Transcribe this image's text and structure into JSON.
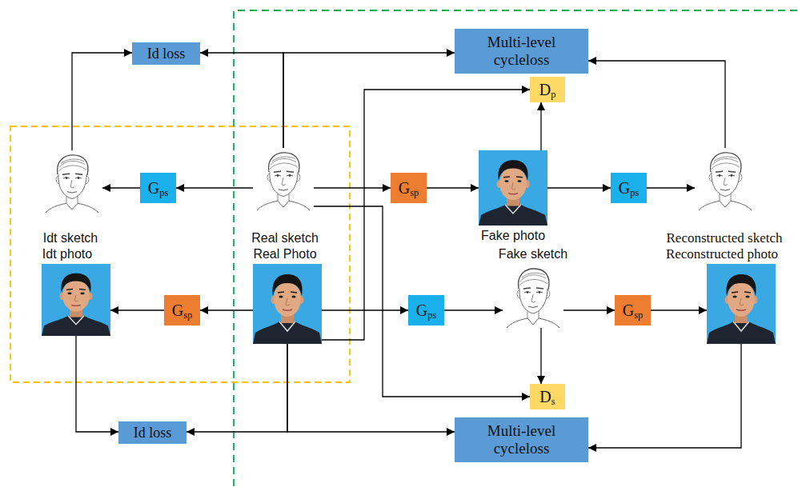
{
  "diagram": {
    "nodes": [
      {
        "text": [
          "Id loss"
        ]
      },
      {
        "text": [
          "Multi-level cycleloss"
        ]
      },
      {
        "text": [
          "Dp"
        ]
      },
      {
        "text": [
          "Idt sketch"
        ]
      },
      {
        "text": [
          "Gps"
        ]
      },
      {
        "text": [
          "Real sketch"
        ]
      },
      {
        "text": [
          "Gsp"
        ]
      },
      {
        "text": [
          "Fake photo"
        ]
      },
      {
        "text": [
          "Gps"
        ]
      },
      {
        "text": [
          "Reconstructed sketch"
        ]
      },
      {
        "text": [
          "Idt photo"
        ]
      },
      {
        "text": [
          "Gsp"
        ]
      },
      {
        "text": [
          "Real Photo"
        ]
      },
      {
        "text": [
          "Gps"
        ]
      },
      {
        "text": [
          "Fake sketch"
        ]
      },
      {
        "text": [
          "Gsp"
        ]
      },
      {
        "text": [
          "Reconstructed photo"
        ]
      },
      {
        "text": [
          "Ds"
        ]
      },
      {
        "text": [
          "Id loss"
        ]
      },
      {
        "text": [
          "Multi-level cycleloss"
        ]
      }
    ],
    "edges": [
      {
        "from": 3,
        "to": 0,
        "arrow": "to"
      },
      {
        "from": 5,
        "to": 0,
        "arrow": "to"
      },
      {
        "from": 5,
        "to": 1,
        "arrow": "to"
      },
      {
        "from": 9,
        "to": 1,
        "arrow": "to"
      },
      {
        "from": 5,
        "to": 4,
        "arrow": "to"
      },
      {
        "from": 4,
        "to": 3,
        "arrow": "to"
      },
      {
        "from": 5,
        "to": 6,
        "arrow": "to"
      },
      {
        "from": 6,
        "to": 7,
        "arrow": "to"
      },
      {
        "from": 7,
        "to": 8,
        "arrow": "to"
      },
      {
        "from": 8,
        "to": 9,
        "arrow": "to"
      },
      {
        "from": 7,
        "to": 2,
        "arrow": "to"
      },
      {
        "from": 12,
        "to": 2,
        "arrow": "to"
      },
      {
        "from": 5,
        "to": 17,
        "arrow": "to"
      },
      {
        "from": 12,
        "to": 11,
        "arrow": "to"
      },
      {
        "from": 11,
        "to": 10,
        "arrow": "to"
      },
      {
        "from": 12,
        "to": 13,
        "arrow": "to"
      },
      {
        "from": 13,
        "to": 14,
        "arrow": "to"
      },
      {
        "from": 14,
        "to": 15,
        "arrow": "to"
      },
      {
        "from": 15,
        "to": 16,
        "arrow": "to"
      },
      {
        "from": 14,
        "to": 17,
        "arrow": "to"
      },
      {
        "from": 10,
        "to": 18,
        "arrow": "to"
      },
      {
        "from": 12,
        "to": 18,
        "arrow": "to"
      },
      {
        "from": 12,
        "to": 19,
        "arrow": "to"
      },
      {
        "from": 16,
        "to": 19,
        "arrow": "to"
      }
    ]
  }
}
